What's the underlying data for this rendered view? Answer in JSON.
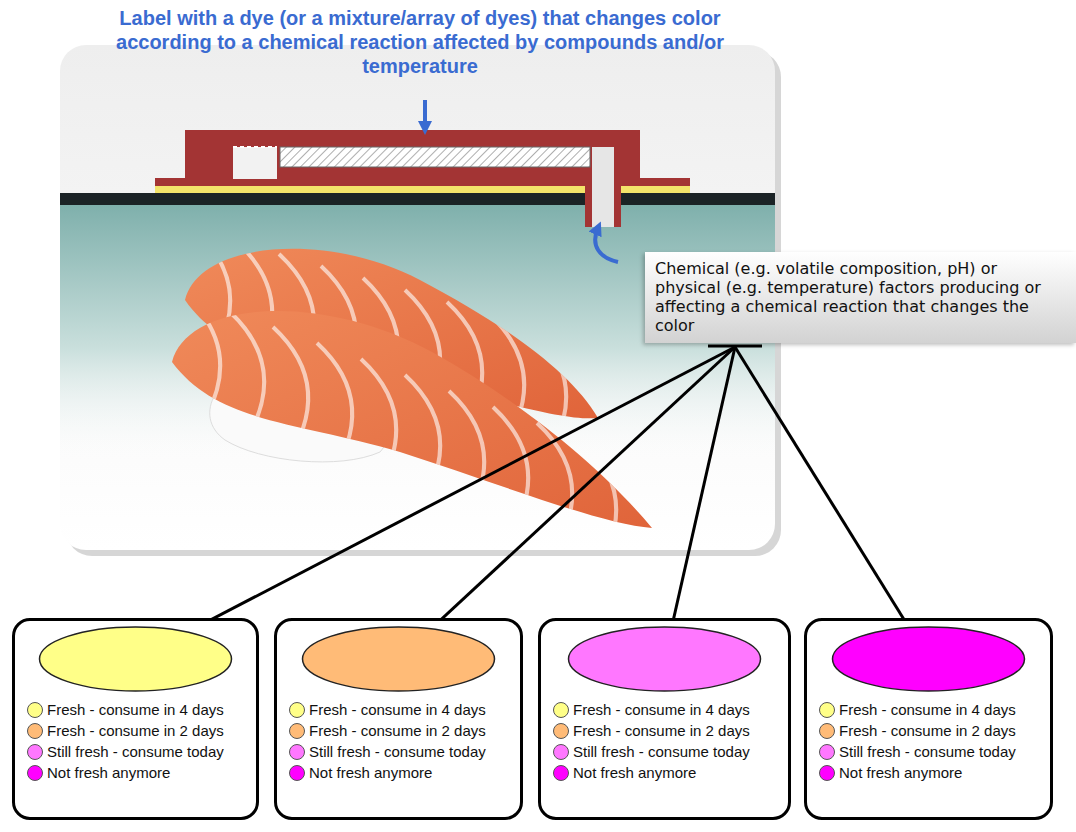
{
  "diagram": {
    "title": "Label with a dye (or a mixture/array of dyes) that changes color according to a chemical reaction affected by compounds and/or temperature",
    "nodes": [
      {
        "text": [
          "Chemical (e.g. volatile composition, pH) or physical (e.g. temperature) factors producing or affecting a chemical reaction that changes the color"
        ]
      },
      {
        "text": [
          "Fresh - consume in 4 days",
          "Fresh - consume in 2 days",
          "Still fresh - consume today",
          "Not fresh anymore"
        ]
      },
      {
        "text": [
          "Fresh - consume in 4 days",
          "Fresh - consume in 2 days",
          "Still fresh - consume today",
          "Not fresh anymore"
        ]
      },
      {
        "text": [
          "Fresh - consume in 4 days",
          "Fresh - consume in 2 days",
          "Still fresh - consume today",
          "Not fresh anymore"
        ]
      },
      {
        "text": [
          "Fresh - consume in 4 days",
          "Fresh - consume in 2 days",
          "Still fresh - consume today",
          "Not fresh anymore"
        ]
      }
    ],
    "edges": [
      {
        "from": 0,
        "to": 1,
        "arrow": "to"
      },
      {
        "from": 0,
        "to": 2,
        "arrow": "to"
      },
      {
        "from": 0,
        "to": 3,
        "arrow": "to"
      },
      {
        "from": 0,
        "to": 4,
        "arrow": "to"
      }
    ]
  }
}
